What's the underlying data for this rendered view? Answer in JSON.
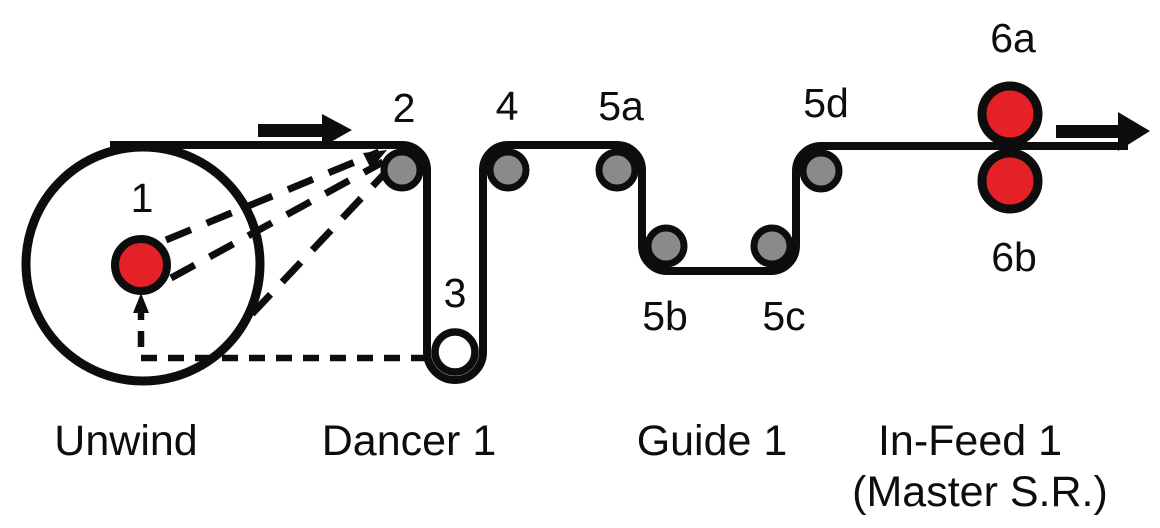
{
  "diagram": {
    "description": "Roll-to-roll web handling line schematic",
    "stations": [
      {
        "id": "unwind",
        "label": "Unwind"
      },
      {
        "id": "dancer-1",
        "label": "Dancer 1"
      },
      {
        "id": "guide-1",
        "label": "Guide 1"
      },
      {
        "id": "in-feed-1",
        "label": "In-Feed 1",
        "sublabel": "(Master S.R.)"
      }
    ],
    "components": [
      {
        "id": "1",
        "type": "unwind-roll-core",
        "fill": "red"
      },
      {
        "id": "2",
        "type": "idler-roller",
        "fill": "gray"
      },
      {
        "id": "3",
        "type": "dancer-roller",
        "fill": "white"
      },
      {
        "id": "4",
        "type": "idler-roller",
        "fill": "gray"
      },
      {
        "id": "5a",
        "type": "guide-roller",
        "fill": "gray"
      },
      {
        "id": "5b",
        "type": "guide-roller",
        "fill": "gray"
      },
      {
        "id": "5c",
        "type": "guide-roller",
        "fill": "gray"
      },
      {
        "id": "5d",
        "type": "guide-roller",
        "fill": "gray"
      },
      {
        "id": "6a",
        "type": "in-feed-nip-roller-top",
        "fill": "red"
      },
      {
        "id": "6b",
        "type": "in-feed-nip-roller-bottom",
        "fill": "red"
      }
    ],
    "colors": {
      "ink": "#0d0d0d",
      "roller_gray": "#8a8a8a",
      "core_red": "#e42127",
      "background": "#ffffff"
    }
  }
}
